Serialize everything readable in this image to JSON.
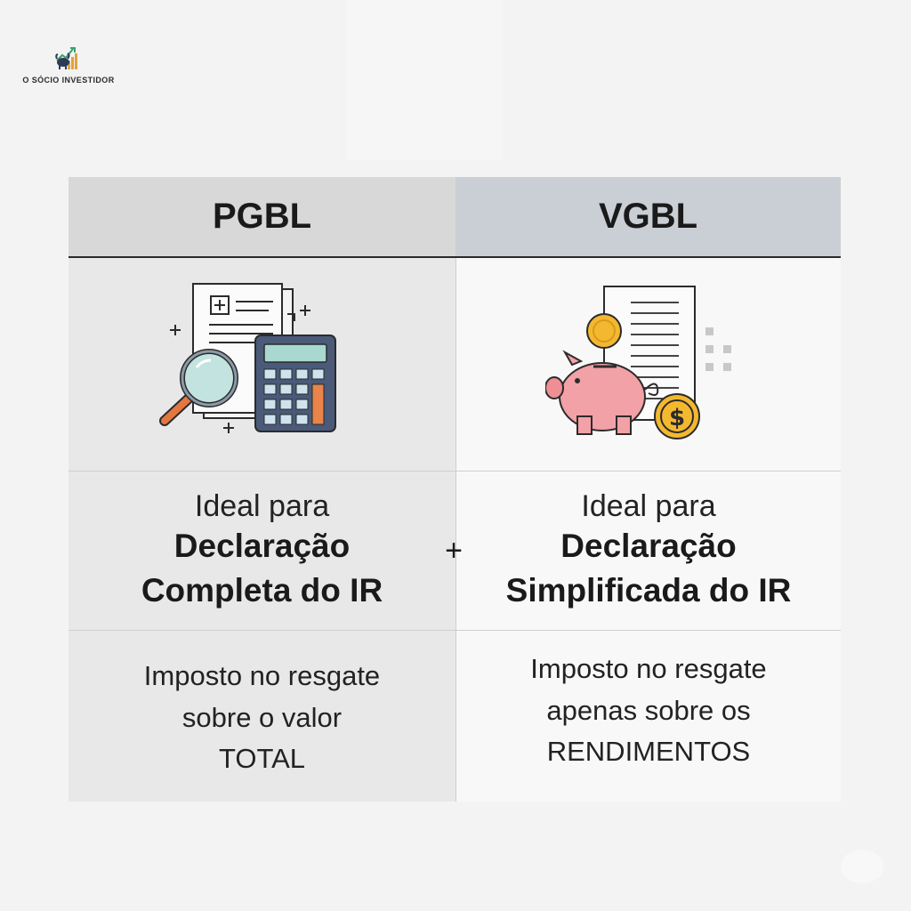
{
  "brand": {
    "name": "O SÓCIO INVESTIDOR",
    "logo_icon": "bull-chart-logo"
  },
  "columns": [
    {
      "header": "PGBL",
      "illustration": "document-calculator-magnifier-icon",
      "ideal_label": "Ideal para",
      "declaration_line1": "Declaração",
      "declaration_line2": "Completa do IR",
      "tax_line1": "Imposto no resgate",
      "tax_line2": "sobre o valor",
      "tax_line3": "TOTAL"
    },
    {
      "header": "VGBL",
      "illustration": "piggy-bank-coins-document-icon",
      "ideal_label": "Ideal para",
      "declaration_line1": "Declaração",
      "declaration_line2": "Simplificada do IR",
      "tax_line1": "Imposto no resgate",
      "tax_line2": "apenas sobre os",
      "tax_line3": "RENDIMENTOS"
    }
  ],
  "separator": "+",
  "colors": {
    "header_left": "#d8d8d9",
    "header_right": "#c9cfd4",
    "col_left": "#e8e8e9",
    "col_right": "#f8f8f8",
    "piggy": "#f2a1a6",
    "coin": "#f3b82f",
    "calculator": "#4a5a78"
  }
}
